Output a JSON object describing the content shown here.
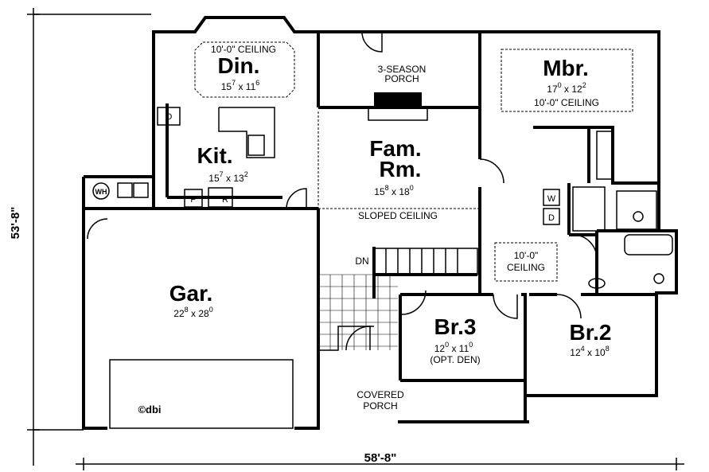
{
  "title": "Floor plan",
  "dimensions": {
    "depth": "53'-8\"",
    "width": "58'-8\""
  },
  "rooms": {
    "dining": {
      "name": "Din.",
      "ceiling": "10'-0\" CEILING",
      "w": "15",
      "w_in": "7",
      "x": "x 11",
      "d_in": "6"
    },
    "kitchen": {
      "name": "Kit.",
      "w": "15",
      "w_in": "7",
      "x": "x 13",
      "d_in": "2"
    },
    "porch3": {
      "line1": "3-SEASON",
      "line2": "PORCH"
    },
    "family": {
      "line1": "Fam.",
      "line2": "Rm.",
      "w": "15",
      "w_in": "8",
      "x": "x 18",
      "d_in": "0",
      "note": "SLOPED CEILING"
    },
    "master": {
      "name": "Mbr.",
      "w": "17",
      "w_in": "0",
      "x": "x 12",
      "d_in": "2",
      "ceiling": "10'-0\" CEILING"
    },
    "garage": {
      "name": "Gar.",
      "w": "22",
      "w_in": "8",
      "x": "x 28",
      "d_in": "0"
    },
    "hall": {
      "line1": "10'-0\"",
      "line2": "CEILING",
      "stair": "DN"
    },
    "br3": {
      "name": "Br.3",
      "w": "12",
      "w_in": "0",
      "x": "x 11",
      "d_in": "0",
      "note": "(OPT. DEN)"
    },
    "br2": {
      "name": "Br.2",
      "w": "12",
      "w_in": "4",
      "x": "x 10",
      "d_in": "8"
    },
    "covered_porch": {
      "line1": "COVERED",
      "line2": "PORCH"
    }
  },
  "fixtures": {
    "water_heater": "WH",
    "washer": "W",
    "dryer": "D",
    "pantry": "P",
    "refrigerator": "R",
    "oven": "O"
  },
  "copyright": "©dbi"
}
